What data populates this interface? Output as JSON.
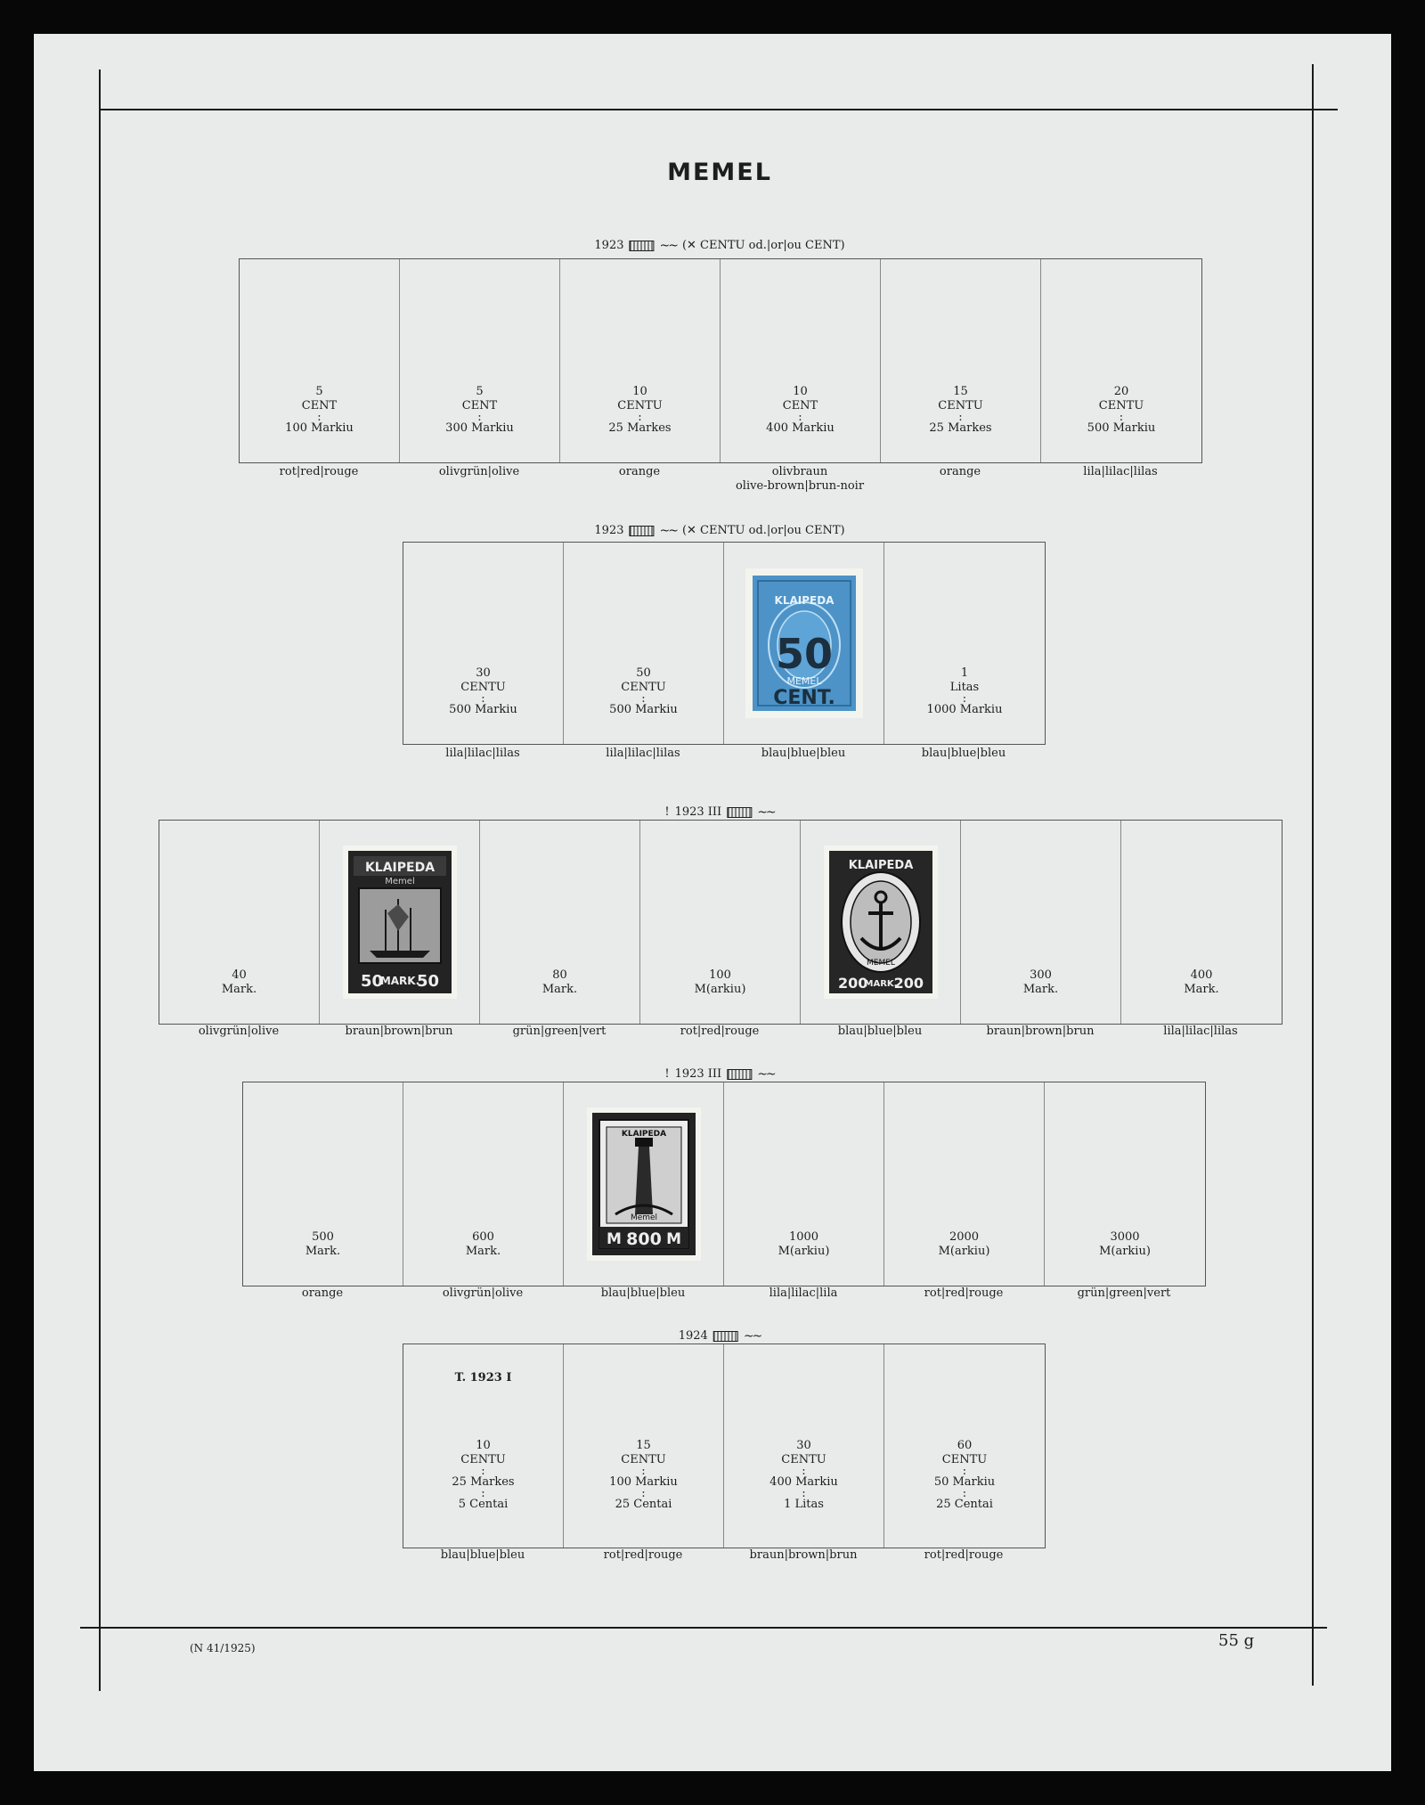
{
  "page": {
    "title": "MEMEL",
    "footer_left": "(N 41/1925)",
    "footer_right": "55 g"
  },
  "sections": [
    {
      "header": {
        "prefix": "",
        "year": "1923",
        "text": "(✕ CENTU od.|or|ou CENT)"
      },
      "cells": [
        {
          "lines": [
            "5",
            "CENT",
            ":",
            "100 Markiu"
          ],
          "color": [
            "rot|red|rouge"
          ]
        },
        {
          "lines": [
            "5",
            "CENT",
            ":",
            "300 Markiu"
          ],
          "color": [
            "olivgrün|olive"
          ]
        },
        {
          "lines": [
            "10",
            "CENTU",
            ":",
            "25 Markes"
          ],
          "color": [
            "orange"
          ]
        },
        {
          "lines": [
            "10",
            "CENT",
            ":",
            "400 Markiu"
          ],
          "color": [
            "olivbraun",
            "olive-brown|brun-noir"
          ]
        },
        {
          "lines": [
            "15",
            "CENTU",
            ":",
            "25 Markes"
          ],
          "color": [
            "orange"
          ]
        },
        {
          "lines": [
            "20",
            "CENTU",
            ":",
            "500 Markiu"
          ],
          "color": [
            "lila|lilac|lilas"
          ]
        }
      ]
    },
    {
      "header": {
        "prefix": "",
        "year": "1923",
        "text": "(✕ CENTU od.|or|ou CENT)"
      },
      "cells": [
        {
          "lines": [
            "30",
            "CENTU",
            ":",
            "500 Markiu"
          ],
          "color": [
            "lila|lilac|lilas"
          ]
        },
        {
          "lines": [
            "50",
            "CENTU",
            ":",
            "500 Markiu"
          ],
          "color": [
            "lila|lilac|lilas"
          ]
        },
        {
          "lines": [],
          "color": [
            "blau|blue|bleu"
          ],
          "stamp": {
            "top": "KLAIPEDA",
            "bottom": "MEMEL",
            "value": "50",
            "overprint": "CENT."
          }
        },
        {
          "lines": [
            "1",
            "Litas",
            ":",
            "1000 Markiu"
          ],
          "color": [
            "blau|blue|bleu"
          ]
        }
      ]
    },
    {
      "header": {
        "prefix": "!",
        "year": "1923 III",
        "text": ""
      },
      "cells": [
        {
          "lines": [
            "40",
            "Mark."
          ],
          "color": [
            "olivgrün|olive"
          ]
        },
        {
          "lines": [],
          "color": [
            "braun|brown|brun"
          ],
          "stamp": {
            "top": "KLAIPEDA",
            "sub": "Memel",
            "value_left": "50",
            "value_mid": "MARK.",
            "value_right": "50"
          }
        },
        {
          "lines": [
            "80",
            "Mark."
          ],
          "color": [
            "grün|green|vert"
          ]
        },
        {
          "lines": [
            "100",
            "M(arkiu)"
          ],
          "color": [
            "rot|red|rouge"
          ]
        },
        {
          "lines": [],
          "color": [
            "blau|blue|bleu"
          ],
          "stamp": {
            "top": "KLAIPEDA",
            "sub": "MEMEL",
            "value_left": "200",
            "value_mid": "MARK.",
            "value_right": "200"
          }
        },
        {
          "lines": [
            "300",
            "Mark."
          ],
          "color": [
            "braun|brown|brun"
          ]
        },
        {
          "lines": [
            "400",
            "Mark."
          ],
          "color": [
            "lila|lilac|lilas"
          ]
        }
      ]
    },
    {
      "header": {
        "prefix": "!",
        "year": "1923 III",
        "text": ""
      },
      "cells": [
        {
          "lines": [
            "500",
            "Mark."
          ],
          "color": [
            "orange"
          ]
        },
        {
          "lines": [
            "600",
            "Mark."
          ],
          "color": [
            "olivgrün|olive"
          ]
        },
        {
          "lines": [],
          "color": [
            "blau|blue|bleu"
          ],
          "stamp": {
            "top": "KLAIPEDA",
            "sub": "Memel",
            "value_left": "M",
            "value_mid": "800",
            "value_right": "M"
          }
        },
        {
          "lines": [
            "1000",
            "M(arkiu)"
          ],
          "color": [
            "lila|lilac|lila"
          ]
        },
        {
          "lines": [
            "2000",
            "M(arkiu)"
          ],
          "color": [
            "rot|red|rouge"
          ]
        },
        {
          "lines": [
            "3000",
            "M(arkiu)"
          ],
          "color": [
            "grün|green|vert"
          ]
        }
      ]
    },
    {
      "header": {
        "prefix": "",
        "year": "1924",
        "text": ""
      },
      "cells": [
        {
          "top": "T. 1923 I",
          "lines": [
            "10",
            "CENTU",
            ":",
            "25 Markes",
            ":",
            "5 Centai"
          ],
          "color": [
            "blau|blue|bleu"
          ]
        },
        {
          "lines": [
            "15",
            "CENTU",
            ":",
            "100 Markiu",
            ":",
            "25 Centai"
          ],
          "color": [
            "rot|red|rouge"
          ]
        },
        {
          "lines": [
            "30",
            "CENTU",
            ":",
            "400 Markiu",
            ":",
            "1 Litas"
          ],
          "color": [
            "braun|brown|brun"
          ]
        },
        {
          "lines": [
            "60",
            "CENTU",
            ":",
            "50 Markiu",
            ":",
            "25 Centai"
          ],
          "color": [
            "rot|red|rouge"
          ]
        }
      ]
    }
  ]
}
